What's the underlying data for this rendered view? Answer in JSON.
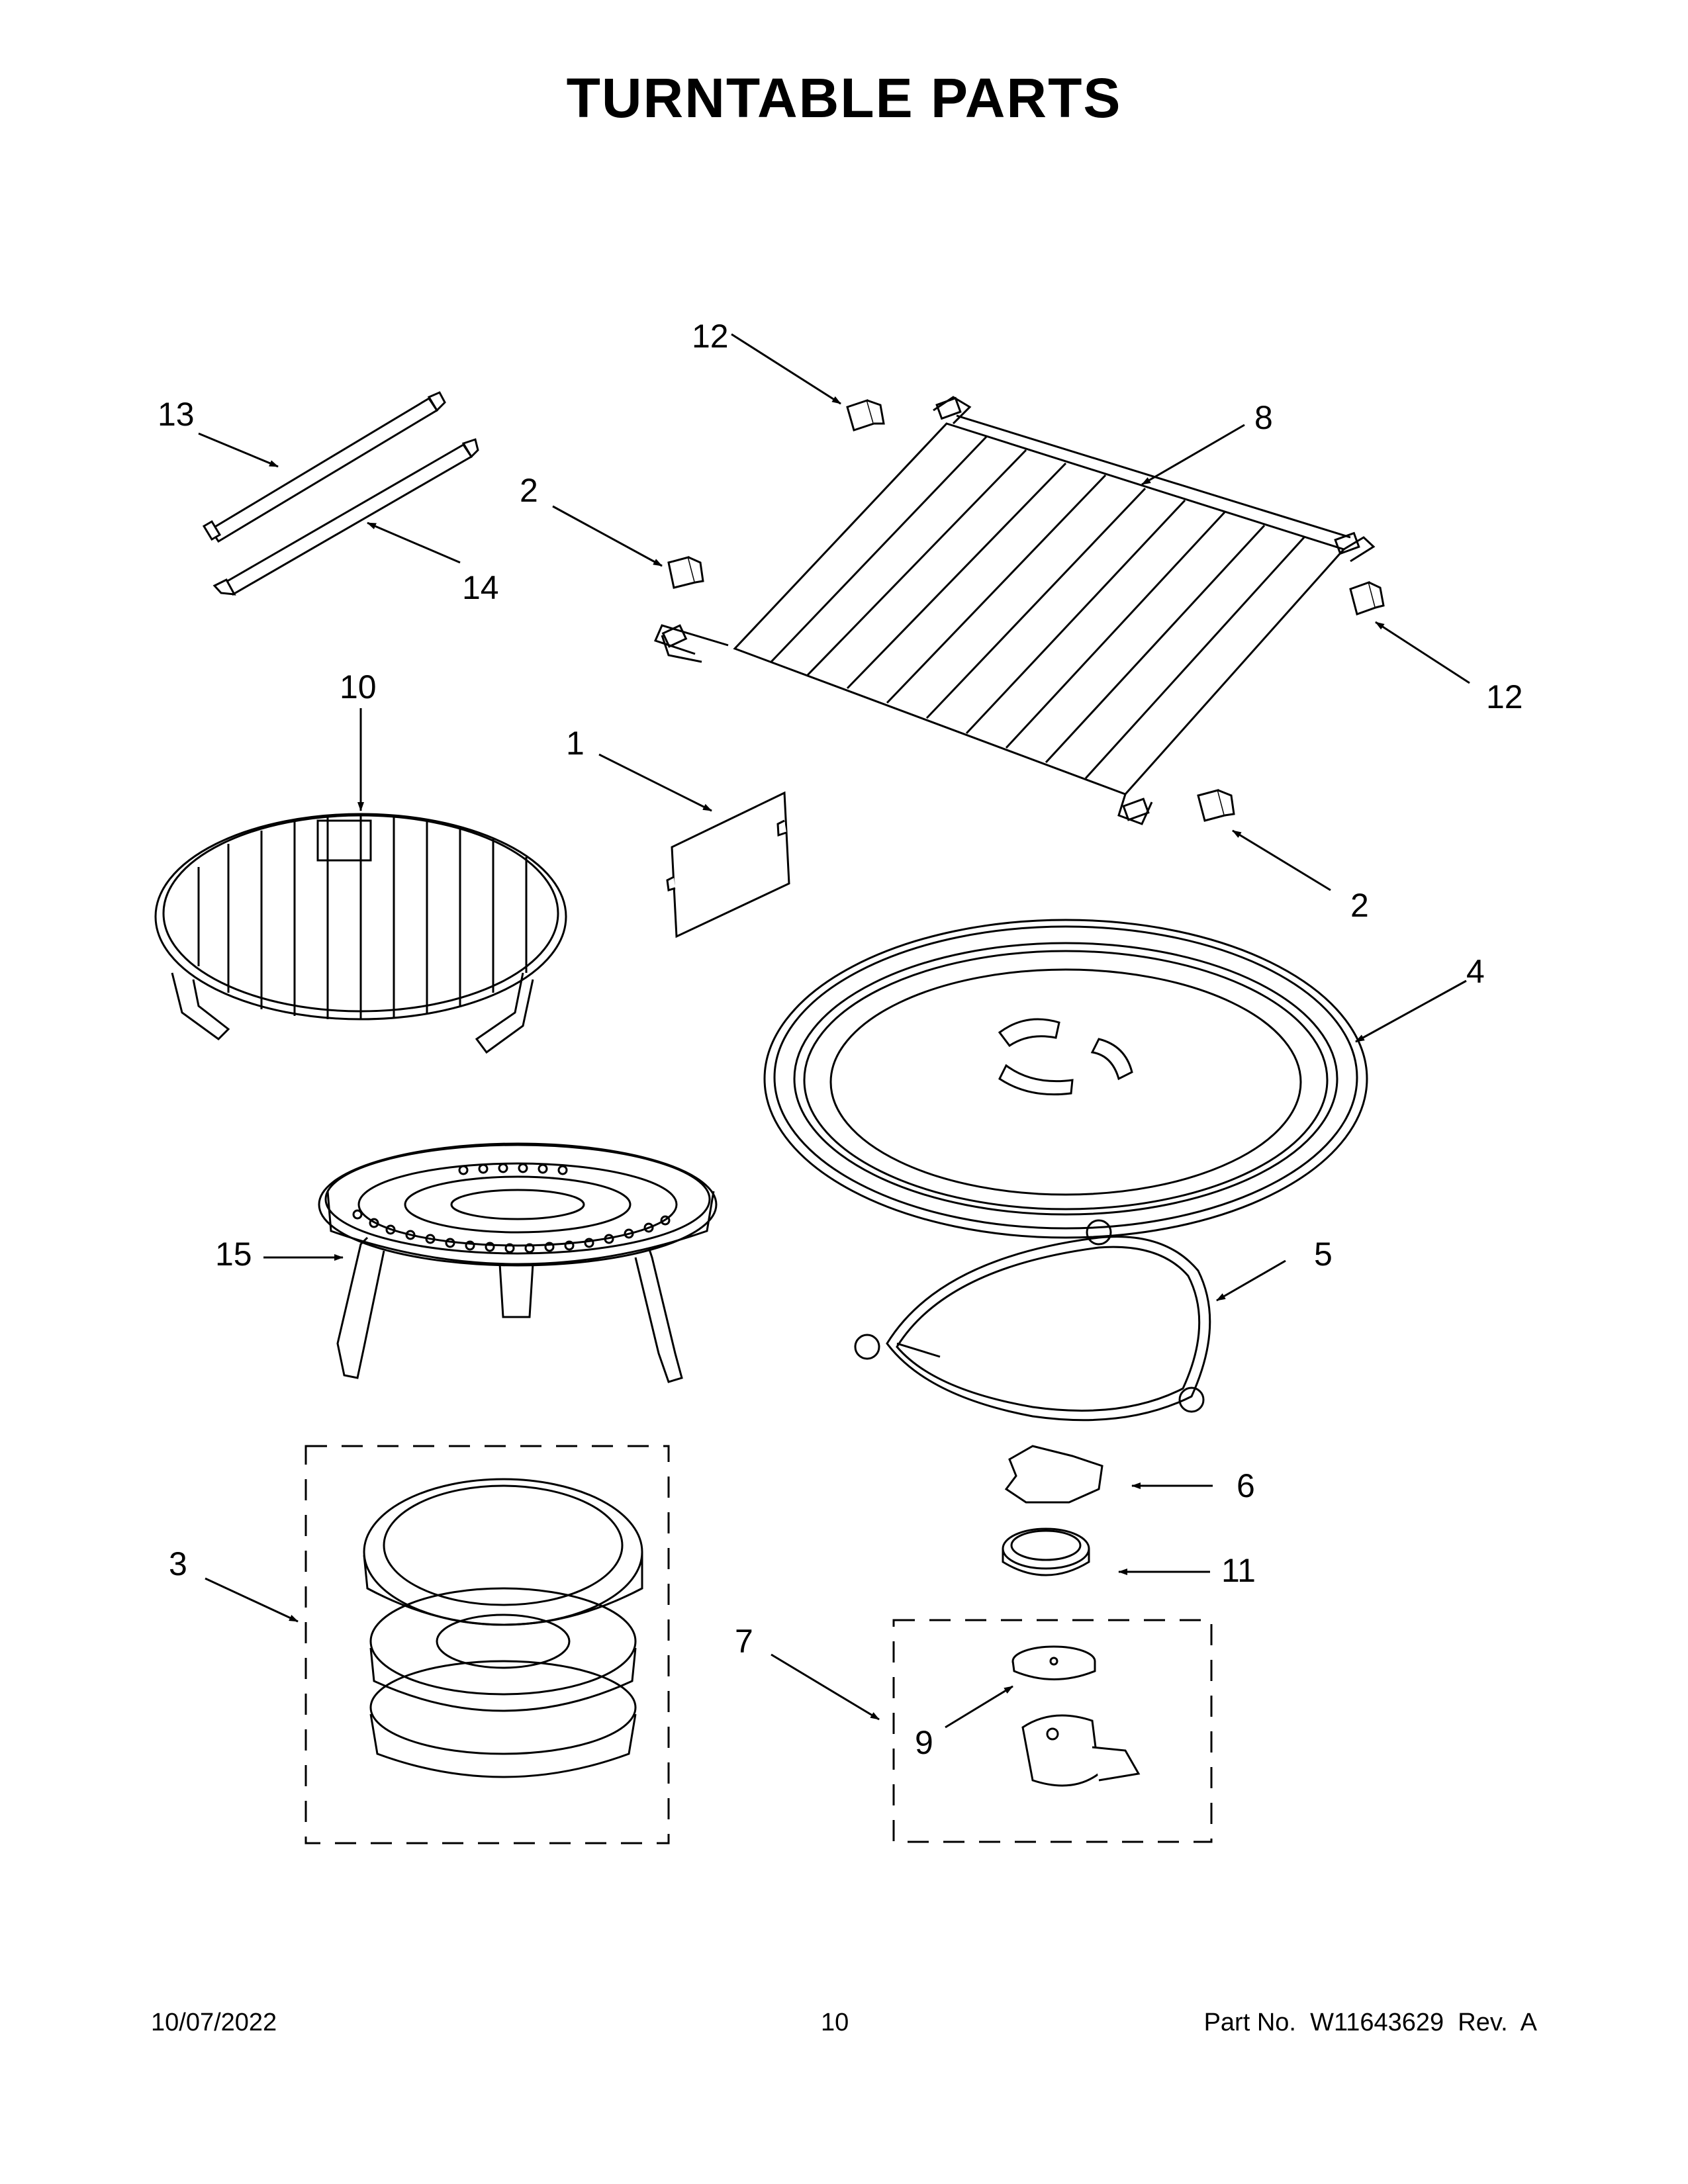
{
  "title": "TURNTABLE PARTS",
  "callouts": [
    {
      "id": "13",
      "label": "13"
    },
    {
      "id": "14",
      "label": "14"
    },
    {
      "id": "12a",
      "label": "12"
    },
    {
      "id": "8",
      "label": "8"
    },
    {
      "id": "2a",
      "label": "2"
    },
    {
      "id": "12b",
      "label": "12"
    },
    {
      "id": "10",
      "label": "10"
    },
    {
      "id": "1",
      "label": "1"
    },
    {
      "id": "2b",
      "label": "2"
    },
    {
      "id": "4",
      "label": "4"
    },
    {
      "id": "15",
      "label": "15"
    },
    {
      "id": "5",
      "label": "5"
    },
    {
      "id": "6",
      "label": "6"
    },
    {
      "id": "11",
      "label": "11"
    },
    {
      "id": "3",
      "label": "3"
    },
    {
      "id": "7",
      "label": "7"
    },
    {
      "id": "9",
      "label": "9"
    }
  ],
  "footer": {
    "date": "10/07/2022",
    "page": "10",
    "part_number": "Part No.  W11643629  Rev.  A"
  }
}
